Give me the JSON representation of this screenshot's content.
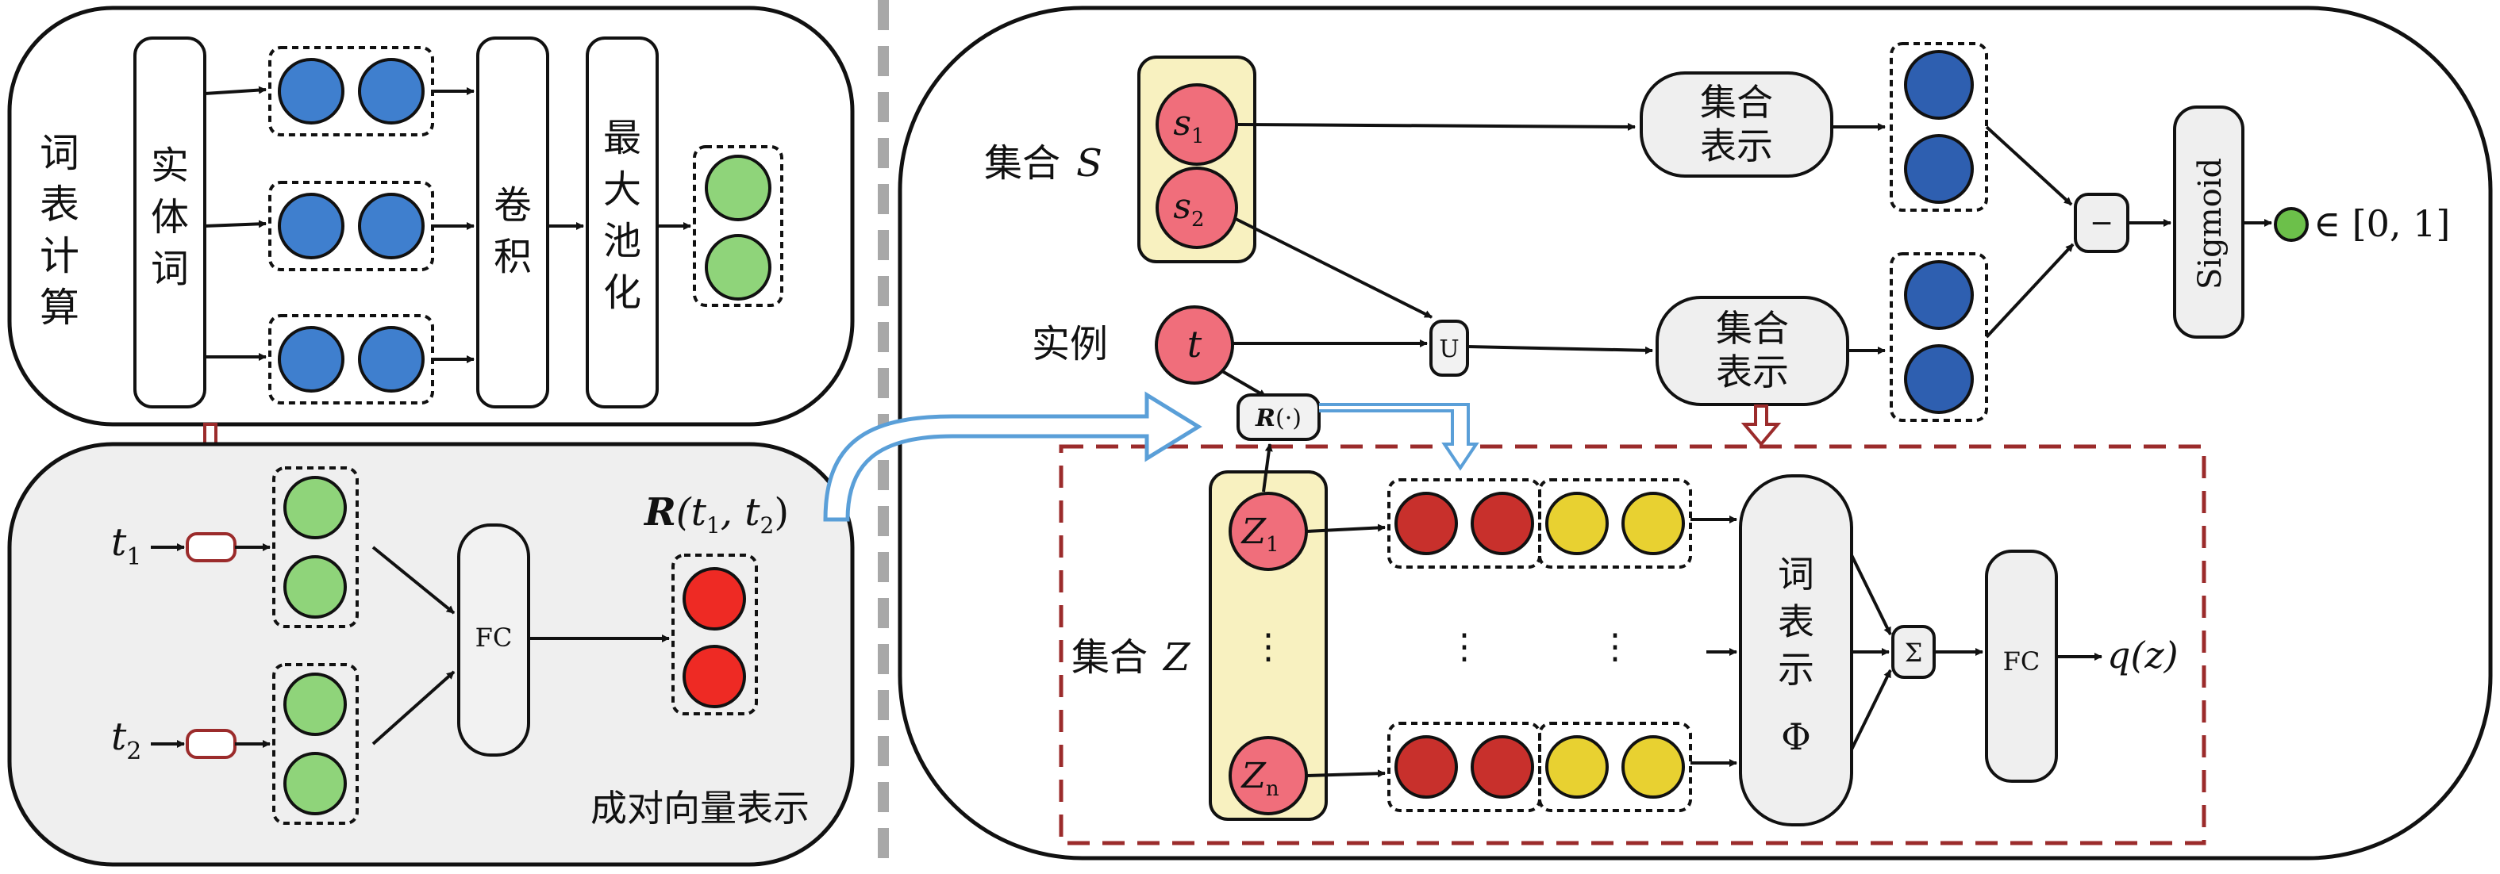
{
  "left_top": {
    "vocab_chars": [
      "词",
      "表",
      "计",
      "算"
    ],
    "entity_chars": [
      "实",
      "体",
      "词"
    ],
    "conv_chars": [
      "卷",
      "积"
    ],
    "pool_chars": [
      "最",
      "大",
      "池",
      "化"
    ]
  },
  "left_bottom": {
    "t1": "t",
    "t1_sub": "1",
    "t2": "t",
    "t2_sub": "2",
    "fc": "FC",
    "r_label_main": "R",
    "r_label_args": "(t",
    "r_sub1": "1",
    "r_mid": ", t",
    "r_sub2": "2",
    "r_close": ")",
    "pair_repr": "成对向量表示"
  },
  "right": {
    "set_s_label": "集合",
    "set_s_var": "S",
    "s1": "s",
    "s1_sub": "1",
    "s2": "s",
    "s2_sub": "2",
    "instance_label": "实例",
    "t_var": "t",
    "union": "U",
    "r_func": "R",
    "r_func_args": "(·)",
    "set_repr_top": [
      "集合",
      "表示"
    ],
    "set_repr_mid": [
      "集合",
      "表示"
    ],
    "minus": "−",
    "sigmoid": "Sigmoid",
    "output": "∈ [0, 1]",
    "set_z_label": "集合",
    "set_z_var": "Z",
    "z1": "Z",
    "z1_sub": "1",
    "zn": "Z",
    "zn_sub": "n",
    "vdots": "⋮",
    "word_repr": [
      "词",
      "表",
      "示",
      "Φ"
    ],
    "sigma": "Σ",
    "fc2": "FC",
    "qz": "q(z)"
  },
  "colors": {
    "blue": "#3f7fce",
    "blue_dark": "#2e5fb0",
    "green": "#8fd47a",
    "red": "#ee2a24",
    "red_dark": "#c8302c",
    "yellow": "#e8d131",
    "pink": "#f06e7b",
    "pale_yellow": "#f8f1c0",
    "gray_panel": "#efefef",
    "box_gray": "#eeeeee",
    "dashed_red": "#9b2b2b",
    "arrow_blue": "#5a9fd8",
    "small_green": "#6cc04a"
  }
}
